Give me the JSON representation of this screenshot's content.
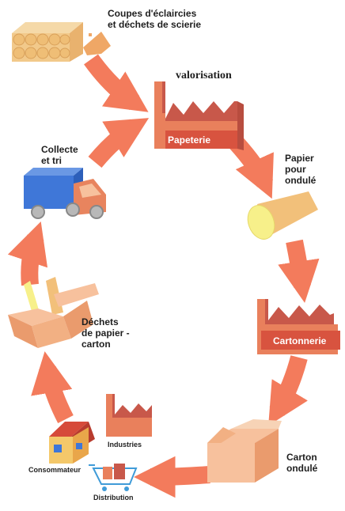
{
  "colors": {
    "arrow": "#F37B5C",
    "building_front": "#E9805C",
    "building_roof": "#C8584A",
    "label_box": "#D8533F",
    "wood": "#F2C98A",
    "truck_box": "#3F77D8",
    "truck_cab": "#E8845E",
    "roll": "#F7F08A",
    "box_light": "#F7C19D",
    "box_dark": "#EA9B6D",
    "house_front": "#F4C86A",
    "house_roof": "#D64A3A",
    "cart": "#3F9BD8"
  },
  "icons": {
    "wood": "log-pile-icon",
    "factory": "factory-icon",
    "truck": "truck-icon",
    "roll": "paper-roll-icon",
    "box": "cardboard-box-icon",
    "house": "house-icon",
    "cart": "shopping-cart-icon"
  },
  "labels": {
    "wood_sources_line1": "Coupes d'éclaircies",
    "wood_sources_line2": "et déchets de scierie",
    "valorisation": "valorisation",
    "papeterie": "Papeterie",
    "collecte_line1": "Collecte",
    "collecte_line2": "et tri",
    "papier_line1": "Papier",
    "papier_line2": "pour",
    "papier_line3": "ondulé",
    "cartonnerie": "Cartonnerie",
    "dechets_line1": "Déchets",
    "dechets_line2": "de papier -",
    "dechets_line3": "carton",
    "industries": "Industries",
    "consommateur": "Consommateur",
    "distribution": "Distribution",
    "carton_line1": "Carton",
    "carton_line2": "ondulé"
  }
}
